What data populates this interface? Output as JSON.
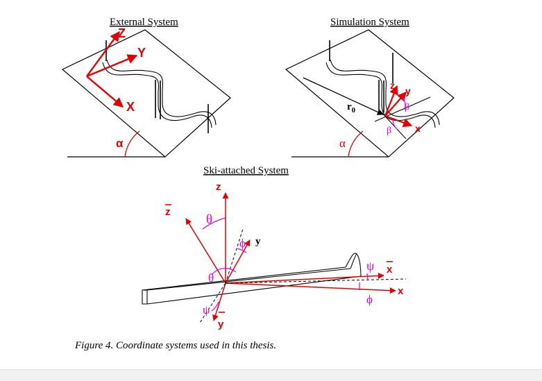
{
  "panels": {
    "external": {
      "title": "External System",
      "axes": {
        "X": "X",
        "Y": "Y",
        "Z": "Z"
      },
      "angle": "α"
    },
    "simulation": {
      "title": "Simulation System",
      "axes": {
        "x": "x",
        "y": "y",
        "z": "z"
      },
      "origin": "r",
      "origin_sub": "0",
      "angle": "α",
      "beta": "β"
    },
    "ski": {
      "title": "Ski-attached System",
      "z": "z",
      "zbar": "z",
      "y": "y",
      "ybar": "y",
      "x": "x",
      "xbar": "x",
      "theta": "θ",
      "phi": "ϕ",
      "psi": "ψ"
    }
  },
  "caption": "Figure 4.  Coordinate systems used in this thesis.",
  "colors": {
    "axis": "#e00000",
    "angle": "#e000e0",
    "line": "#000000"
  }
}
